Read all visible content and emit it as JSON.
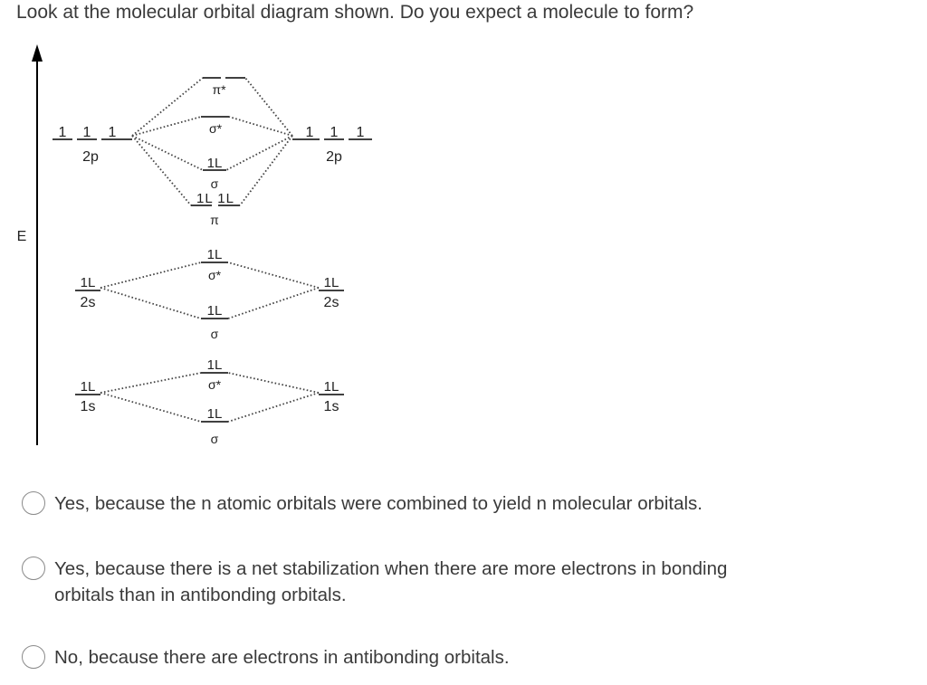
{
  "question": "Look at the molecular orbital diagram shown. Do you expect a molecule to form?",
  "diagram": {
    "energy_axis_label": "E",
    "left_atom": {
      "levels": [
        {
          "label": "2p",
          "orbitals": [
            "1",
            "1",
            "1"
          ]
        },
        {
          "label": "2s",
          "orbitals": [
            "1L"
          ]
        },
        {
          "label": "1s",
          "orbitals": [
            "1L"
          ]
        }
      ]
    },
    "right_atom": {
      "levels": [
        {
          "label": "2p",
          "orbitals": [
            "1",
            "1",
            "1"
          ]
        },
        {
          "label": "2s",
          "orbitals": [
            "1L"
          ]
        },
        {
          "label": "1s",
          "orbitals": [
            "1L"
          ]
        }
      ]
    },
    "molecular_orbitals": [
      {
        "label": "π*",
        "electrons": ""
      },
      {
        "label": "σ*",
        "electrons": ""
      },
      {
        "label": "σ",
        "electrons": "1L"
      },
      {
        "label": "π",
        "electrons": "1L 1L"
      },
      {
        "label": "σ*",
        "electrons": "1L"
      },
      {
        "label": "σ",
        "electrons": "1L"
      },
      {
        "label": "σ*",
        "electrons": "1L"
      },
      {
        "label": "σ",
        "electrons": "1L"
      }
    ]
  },
  "options": [
    {
      "label": "Yes, because the n atomic orbitals were combined to yield n molecular orbitals.",
      "selected": false
    },
    {
      "label": "Yes, because there is a net stabilization when there are more electrons in bonding orbitals than in antibonding orbitals.",
      "selected": false
    },
    {
      "label": "No, because there are electrons in antibonding orbitals.",
      "selected": false
    }
  ]
}
